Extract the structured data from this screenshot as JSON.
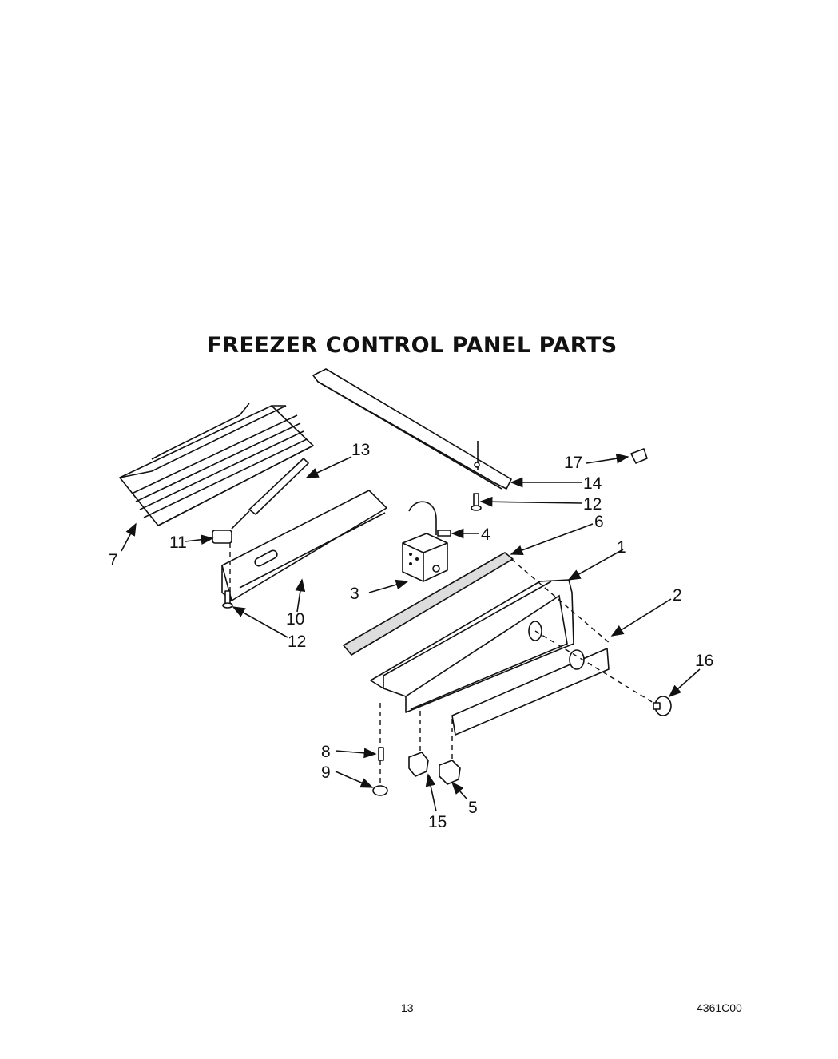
{
  "header": {
    "title": "FREEZER CONTROL PANEL PARTS"
  },
  "callouts": [
    {
      "id": "c1",
      "label": "1"
    },
    {
      "id": "c2",
      "label": "2"
    },
    {
      "id": "c3",
      "label": "3"
    },
    {
      "id": "c4",
      "label": "4"
    },
    {
      "id": "c5",
      "label": "5"
    },
    {
      "id": "c6",
      "label": "6"
    },
    {
      "id": "c7",
      "label": "7"
    },
    {
      "id": "c8",
      "label": "8"
    },
    {
      "id": "c9",
      "label": "9"
    },
    {
      "id": "c10",
      "label": "10"
    },
    {
      "id": "c11",
      "label": "11"
    },
    {
      "id": "c12a",
      "label": "12"
    },
    {
      "id": "c12b",
      "label": "12"
    },
    {
      "id": "c13",
      "label": "13"
    },
    {
      "id": "c14",
      "label": "14"
    },
    {
      "id": "c15",
      "label": "15"
    },
    {
      "id": "c16",
      "label": "16"
    },
    {
      "id": "c17",
      "label": "17"
    }
  ],
  "footer": {
    "page_number": "13",
    "doc_number": "4361C00"
  }
}
